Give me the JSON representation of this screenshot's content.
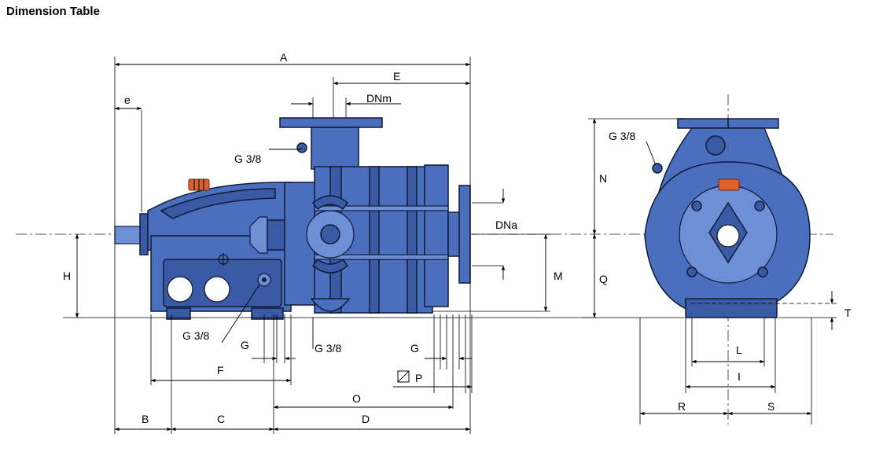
{
  "title": "Dimension Table",
  "colors": {
    "pump_body": "#4a6fbf",
    "pump_dark": "#3a5aa5",
    "handwheel": "#e0602a",
    "line": "#000000"
  },
  "labels": {
    "A": "A",
    "E": "E",
    "e": "e",
    "DNm": "DNm",
    "DNa": "DNa",
    "G38_top": "G  3/8",
    "G38_left": "G  3/8",
    "G38_mid": "G  3/8",
    "G38_end": "G  3/8",
    "H": "H",
    "M": "M",
    "N": "N",
    "Q": "Q",
    "T": "T",
    "G_left": "G",
    "G_right": "G",
    "F": "F",
    "O": "O",
    "P": "P",
    "B": "B",
    "C": "C",
    "D": "D",
    "L": "L",
    "I": "I",
    "R": "R",
    "S": "S"
  }
}
